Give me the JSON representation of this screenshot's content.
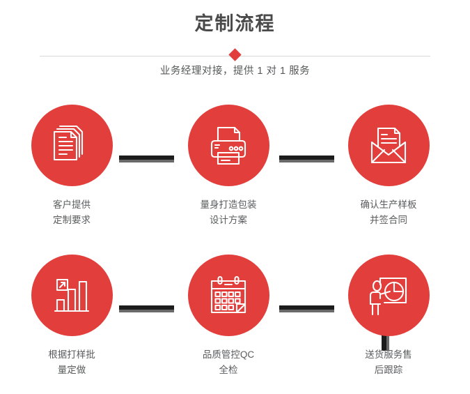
{
  "header": {
    "title": "定制流程",
    "subtitle": "业务经理对接，提供 1 对 1 服务",
    "diamond_color": "#e23e3c",
    "divider_color": "#d8d8d8",
    "title_color": "#4a4a4a"
  },
  "theme": {
    "accent": "#e23e3c",
    "connector_dark": "#1c1c1c",
    "connector_grey": "#6a6a6a",
    "label_color": "#5b5c5e",
    "background": "#ffffff"
  },
  "flow": {
    "rows": [
      {
        "steps": [
          {
            "icon": "documents-icon",
            "label": "客户提供\n定制要求"
          },
          {
            "icon": "printer-icon",
            "label": "量身打造包装\n设计方案"
          },
          {
            "icon": "envelope-letter-icon",
            "label": "确认生产样板\n并签合同"
          }
        ],
        "connectors": [
          "arrow-bar-right",
          "arrow-bar-right"
        ]
      },
      {
        "steps": [
          {
            "icon": "bar-chart-growth-icon",
            "label": "根据打样批\n量定做"
          },
          {
            "icon": "calendar-icon",
            "label": "品质管控QC\n全检"
          },
          {
            "icon": "presentation-pie-chart-icon",
            "label": "送货服务售\n后跟踪"
          }
        ],
        "connectors": [
          "arrow-bar-right",
          "arrow-bar-right"
        ]
      }
    ],
    "vertical_connector": "arrow-bar-down"
  }
}
